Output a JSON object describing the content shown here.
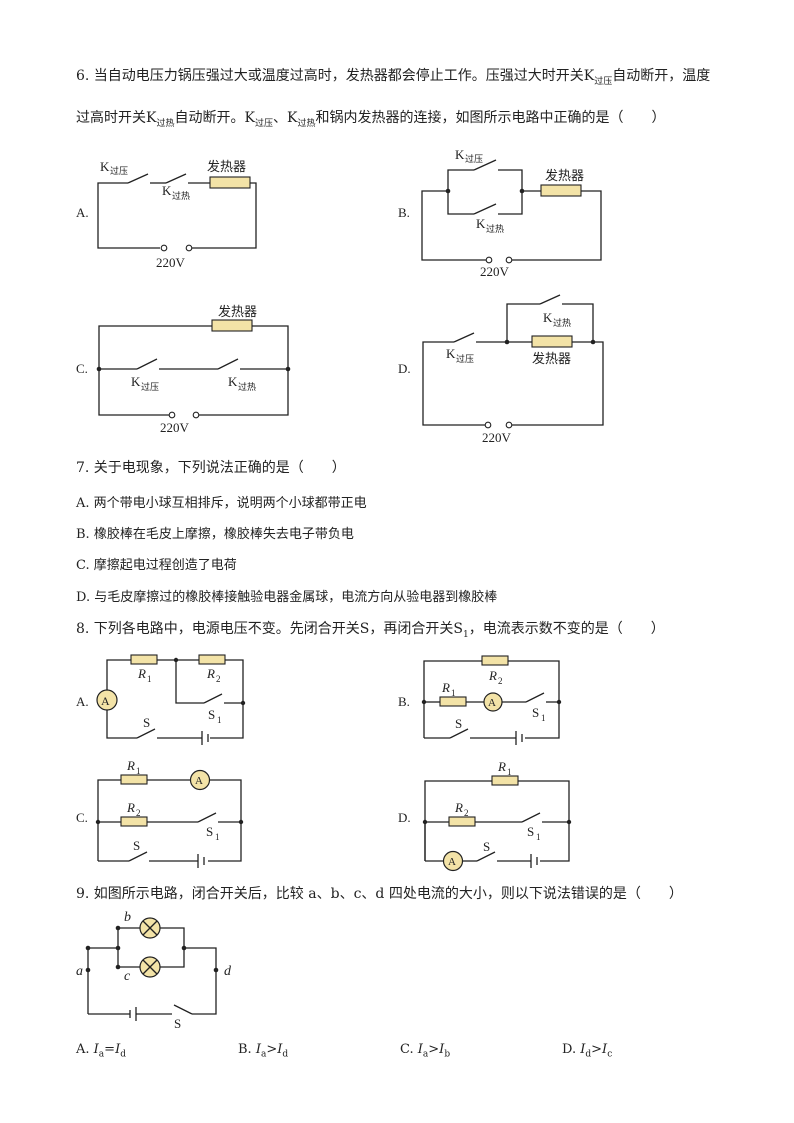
{
  "q6": {
    "line1": "6. 当自动电压力锅压强过大或温度过高时，发热器都会停止工作。压强过大时开关K",
    "sub1": "过压",
    "line1_tail": "自动断开，温度",
    "line2_a": "过高时开关K",
    "sub2": "过热",
    "line2_b": "自动断开。K",
    "sub3": "过压",
    "line2_c": "、K",
    "sub4": "过热",
    "line2_d": "和锅内发热器的连接，如图所示电路中正确的是（　　）",
    "opt_a": "A.",
    "opt_b": "B.",
    "opt_c": "C.",
    "opt_d": "D.",
    "heater": "发热器",
    "k": "K",
    "k_press": "过压",
    "k_heat": "过热",
    "voltage": "220V"
  },
  "q7": {
    "stem": "7. 关于电现象，下列说法正确的是（　　）",
    "a": "A. 两个带电小球互相排斥，说明两个小球都带正电",
    "b": "B. 橡胶棒在毛皮上摩擦，橡胶棒失去电子带负电",
    "c": "C. 摩擦起电过程创造了电荷",
    "d": "D. 与毛皮摩擦过的橡胶棒接触验电器金属球，电流方向从验电器到橡胶棒"
  },
  "q8": {
    "stem_a": "8. 下列各电路中，电源电压不变。先闭合开关S，再闭合开关S",
    "stem_sub": "1",
    "stem_b": "，电流表示数不变的是（　　）",
    "opt_a": "A.",
    "opt_b": "B.",
    "opt_c": "C.",
    "opt_d": "D.",
    "r": "R",
    "one": "1",
    "two": "2",
    "s": "S",
    "a_meter": "A"
  },
  "q9": {
    "stem": "9. 如图所示电路，闭合开关后，比较 a、b、c、d 四处电流的大小，则以下说法错误的是（　　）",
    "label_a": "a",
    "label_b": "b",
    "label_c": "c",
    "label_d": "d",
    "label_s": "S",
    "opt_a": "A. ",
    "opt_a_expr_1": "I",
    "opt_a_sub_1": "a",
    "opt_a_op": "=",
    "opt_a_expr_2": "I",
    "opt_a_sub_2": "d",
    "opt_b": "B. ",
    "opt_b_sub_1": "a",
    "opt_b_op": ">",
    "opt_b_sub_2": "d",
    "opt_c": "C. ",
    "opt_c_sub_1": "a",
    "opt_c_op": ">",
    "opt_c_sub_2": "b",
    "opt_d": "D. ",
    "opt_d_sub_1": "d",
    "opt_d_op": ">",
    "opt_d_sub_2": "c",
    "current": "I"
  }
}
